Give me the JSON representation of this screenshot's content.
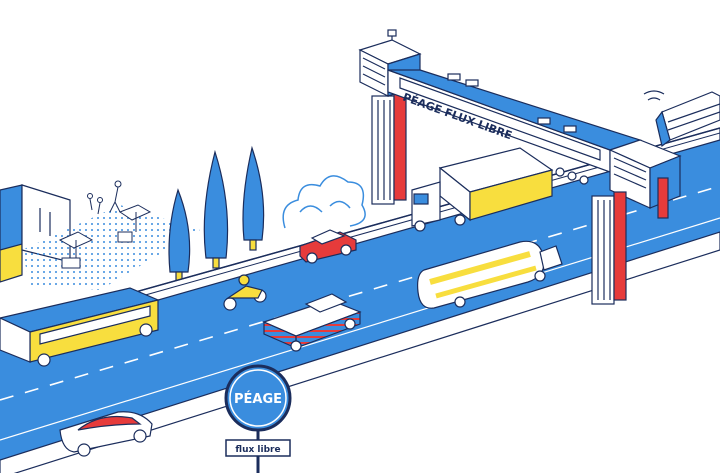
{
  "gantry": {
    "label": "PÉAGE FLUX LIBRE"
  },
  "sign": {
    "title": "PÉAGE",
    "subtitle": "flux libre"
  },
  "colors": {
    "blue": "#3a8dde",
    "navy": "#1b2d5c",
    "red": "#e63b3b",
    "yellow": "#f8de3e",
    "white": "#ffffff"
  }
}
